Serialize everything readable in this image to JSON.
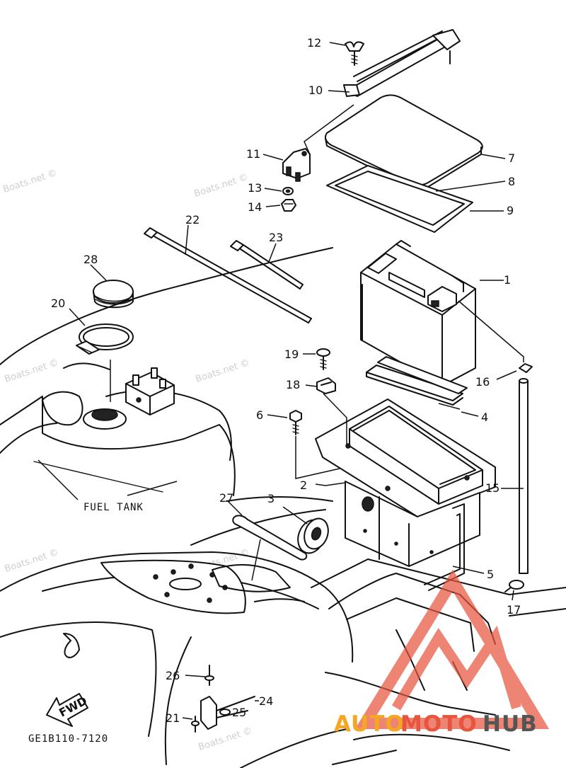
{
  "diagram": {
    "callouts": [
      "1",
      "2",
      "3",
      "4",
      "5",
      "6",
      "7",
      "8",
      "9",
      "10",
      "11",
      "12",
      "13",
      "14",
      "15",
      "16",
      "17",
      "18",
      "19",
      "20",
      "21",
      "22",
      "23",
      "24",
      "25",
      "26",
      "27",
      "28"
    ],
    "fuel_tank_label": "FUEL TANK",
    "fwd_label": "FWD",
    "drawing_code": "GE1B110-7120"
  },
  "watermark": {
    "text": "Boats.net ©"
  },
  "logo": {
    "text_auto": "AUTO",
    "text_moto": "MOTO",
    "text_hub": "HUB",
    "colors": {
      "auto": "#f5a623",
      "moto": "#e8553e",
      "hub": "#555555",
      "triangle": "#e8553e"
    }
  }
}
